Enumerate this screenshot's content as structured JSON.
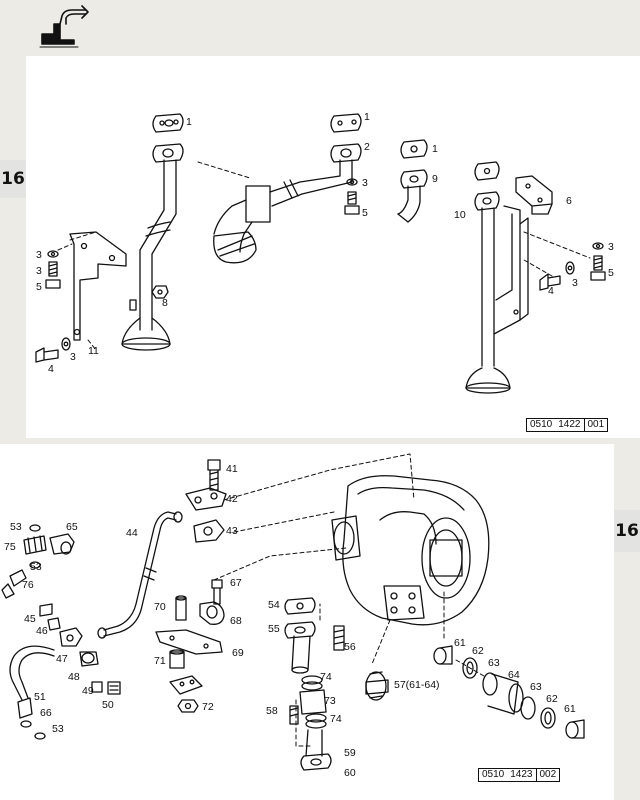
{
  "page": {
    "section_tab": "16",
    "top_diagram": {
      "reference_code": [
        "0510",
        "1422",
        "001"
      ],
      "callouts": [
        "1",
        "2",
        "1",
        "1",
        "3",
        "5",
        "9",
        "10",
        "6",
        "3",
        "5",
        "3",
        "4",
        "3",
        "8",
        "3",
        "5",
        "11",
        "3",
        "4"
      ]
    },
    "bottom_diagram": {
      "reference_code": [
        "0510",
        "1423",
        "002"
      ],
      "callouts": [
        "41",
        "42",
        "43",
        "44",
        "53",
        "65",
        "75",
        "53",
        "76",
        "67",
        "45",
        "46",
        "70",
        "68",
        "47",
        "71",
        "69",
        "48",
        "49",
        "50",
        "72",
        "51",
        "66",
        "53",
        "54",
        "55",
        "56",
        "57(61-64)",
        "61",
        "62",
        "63",
        "64",
        "63",
        "62",
        "61",
        "73",
        "74",
        "74",
        "58",
        "59",
        "60"
      ]
    },
    "colors": {
      "paper": "#ffffff",
      "band": "#ecebe6",
      "ink": "#111111"
    },
    "header_icon": "oil-pipe-icon"
  }
}
